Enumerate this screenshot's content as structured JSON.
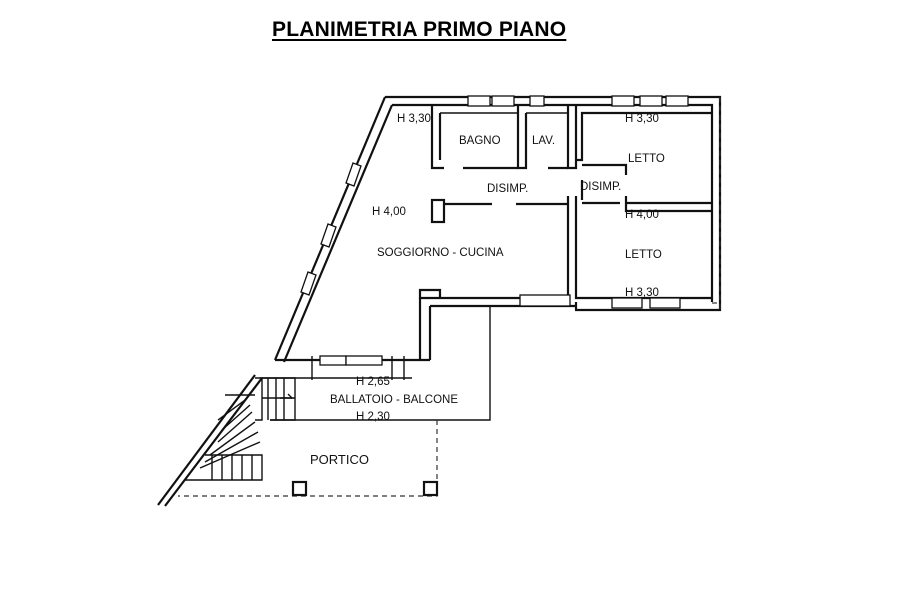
{
  "title": "PLANIMETRIA PRIMO PIANO",
  "rooms": {
    "bagno": "BAGNO",
    "lav": "LAV.",
    "letto_top": "LETTO",
    "letto_bottom": "LETTO",
    "disimp_left": "DISIMP.",
    "disimp_right": "DISIMP.",
    "soggiorno": "SOGGIORNO - CUCINA",
    "ballatoio": "BALLATOIO - BALCONE",
    "portico": "PORTICO"
  },
  "heights": {
    "soggiorno_top": "H 3,30",
    "soggiorno_mid": "H 4,00",
    "letto_top": "H 3,30",
    "letto_mid": "H 4,00",
    "letto_bottom": "H 3,30",
    "ballatoio_top": "H 2,65",
    "ballatoio_bottom": "H 2,30"
  }
}
